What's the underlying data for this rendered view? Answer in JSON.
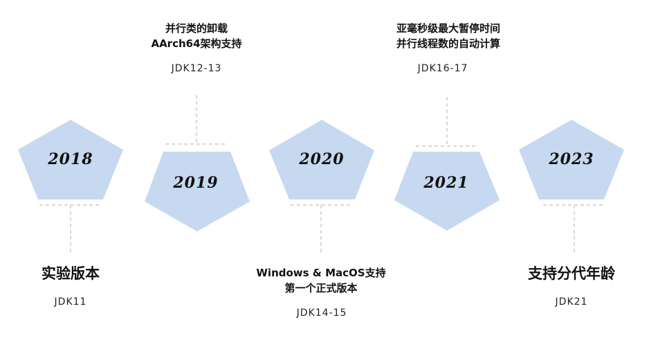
{
  "colors": {
    "shape_fill": "#c6d9f0",
    "connector": "#bfbfbf",
    "text": "#111111"
  },
  "timeline": [
    {
      "year": "2018",
      "orientation": "up",
      "position": "label-below",
      "feature_lines": [
        "实验版本"
      ],
      "jdk": "JDK11"
    },
    {
      "year": "2019",
      "orientation": "down",
      "position": "label-above",
      "feature_lines": [
        "并行类的卸载",
        "AArch64架构支持"
      ],
      "jdk": "JDK12-13"
    },
    {
      "year": "2020",
      "orientation": "up",
      "position": "label-below",
      "feature_lines": [
        "Windows & MacOS支持",
        "第一个正式版本"
      ],
      "jdk": "JDK14-15"
    },
    {
      "year": "2021",
      "orientation": "down",
      "position": "label-above",
      "feature_lines": [
        "亚毫秒级最大暂停时间",
        "并行线程数的自动计算"
      ],
      "jdk": "JDK16-17"
    },
    {
      "year": "2023",
      "orientation": "up",
      "position": "label-below",
      "feature_lines": [
        "支持分代年龄"
      ],
      "jdk": "JDK21"
    }
  ]
}
